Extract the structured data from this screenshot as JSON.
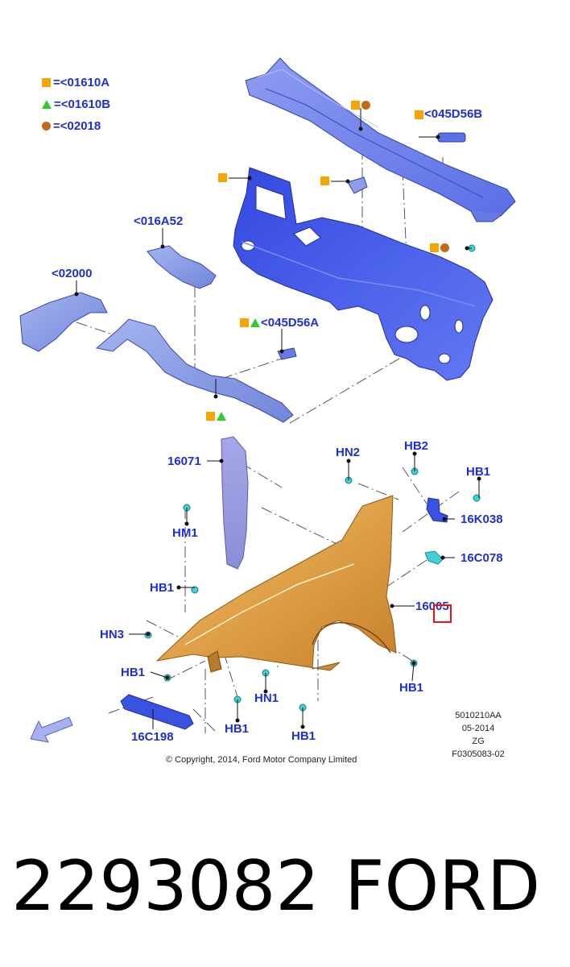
{
  "legend": [
    {
      "symbols": [
        "square"
      ],
      "text": "=<01610A"
    },
    {
      "symbols": [
        "triangle"
      ],
      "text": "=<01610B"
    },
    {
      "symbols": [
        "circle"
      ],
      "text": "=<02018"
    }
  ],
  "callouts": {
    "c1": "<045D56B",
    "c2": "<016A52",
    "c3": "<02000",
    "c4": "<045D56A",
    "c5": "16071",
    "c6": "HN2",
    "c7": "HB2",
    "c8": "HB1",
    "c9": "16K038",
    "c10": "16C078",
    "c11": "HM1",
    "c12": "HB1",
    "c13": "16005",
    "c14": "HN3",
    "c15": "HB1",
    "c16": "HN1",
    "c17": "HB1",
    "c18": "16C198",
    "c19": "HB1",
    "c20": "HB1"
  },
  "doc_info": [
    "5010210AA",
    "05-2014",
    "ZG",
    "F0305083-02"
  ],
  "copyright": "© Copyright, 2014, Ford Motor Company Limited",
  "part_number": "2293082",
  "brand": "FORD",
  "colors": {
    "label_blue": "#1f2fd0",
    "square_orange": "#f5a400",
    "triangle_green": "#2fcc2f",
    "circle_brown": "#c16a1a",
    "panel_blue": "#3a52e0",
    "fender_gold": "#e0a040",
    "clip_cyan": "#40d0d8",
    "highlight_red": "#e01818"
  }
}
